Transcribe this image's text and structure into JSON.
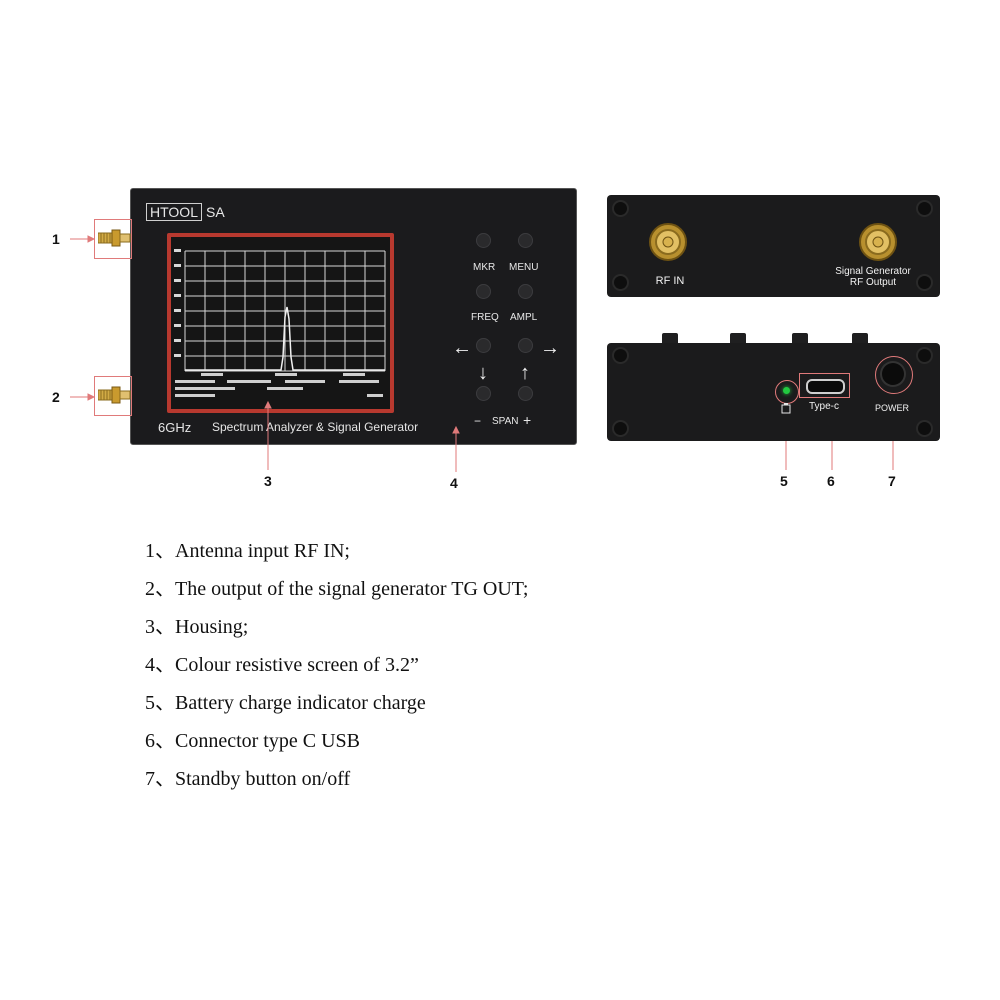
{
  "device_front": {
    "brand_box": "HTOOL",
    "brand_suffix": "SA",
    "freq_label": "6GHz",
    "subtitle": "Spectrum Analyzer & Signal Generator",
    "keys": {
      "mkr": "MKR",
      "menu": "MENU",
      "freq": "FREQ",
      "ampl": "AMPL",
      "span_minus": "−",
      "span": "SPAN",
      "span_plus": "+"
    },
    "arrows": {
      "left": "←",
      "right": "→",
      "down": "↓",
      "up": "↑"
    }
  },
  "device_back": {
    "rf_in": "RF  IN",
    "sg_out_line1": "Signal Generator",
    "sg_out_line2": "RF Output"
  },
  "device_side": {
    "usb_label": "Type-c",
    "power_label": "POWER",
    "charge_icon": "battery-icon"
  },
  "callouts": {
    "n1": "1",
    "n2": "2",
    "n3": "3",
    "n4": "4",
    "n5": "5",
    "n6": "6",
    "n7": "7"
  },
  "descriptions": [
    "1、Antenna input RF IN;",
    "2、The output of the signal generator TG OUT;",
    "3、Housing;",
    "4、Colour resistive screen of 3.2”",
    "5、Battery charge indicator charge",
    "6、Connector type C USB",
    "7、Standby button on/off"
  ],
  "colors": {
    "device_body": "#1b1b1d",
    "screen_bezel": "#b8392f",
    "callout_box": "#e07a7a",
    "charge_led": "#22c940",
    "connector_gold": "#c9a23a"
  }
}
